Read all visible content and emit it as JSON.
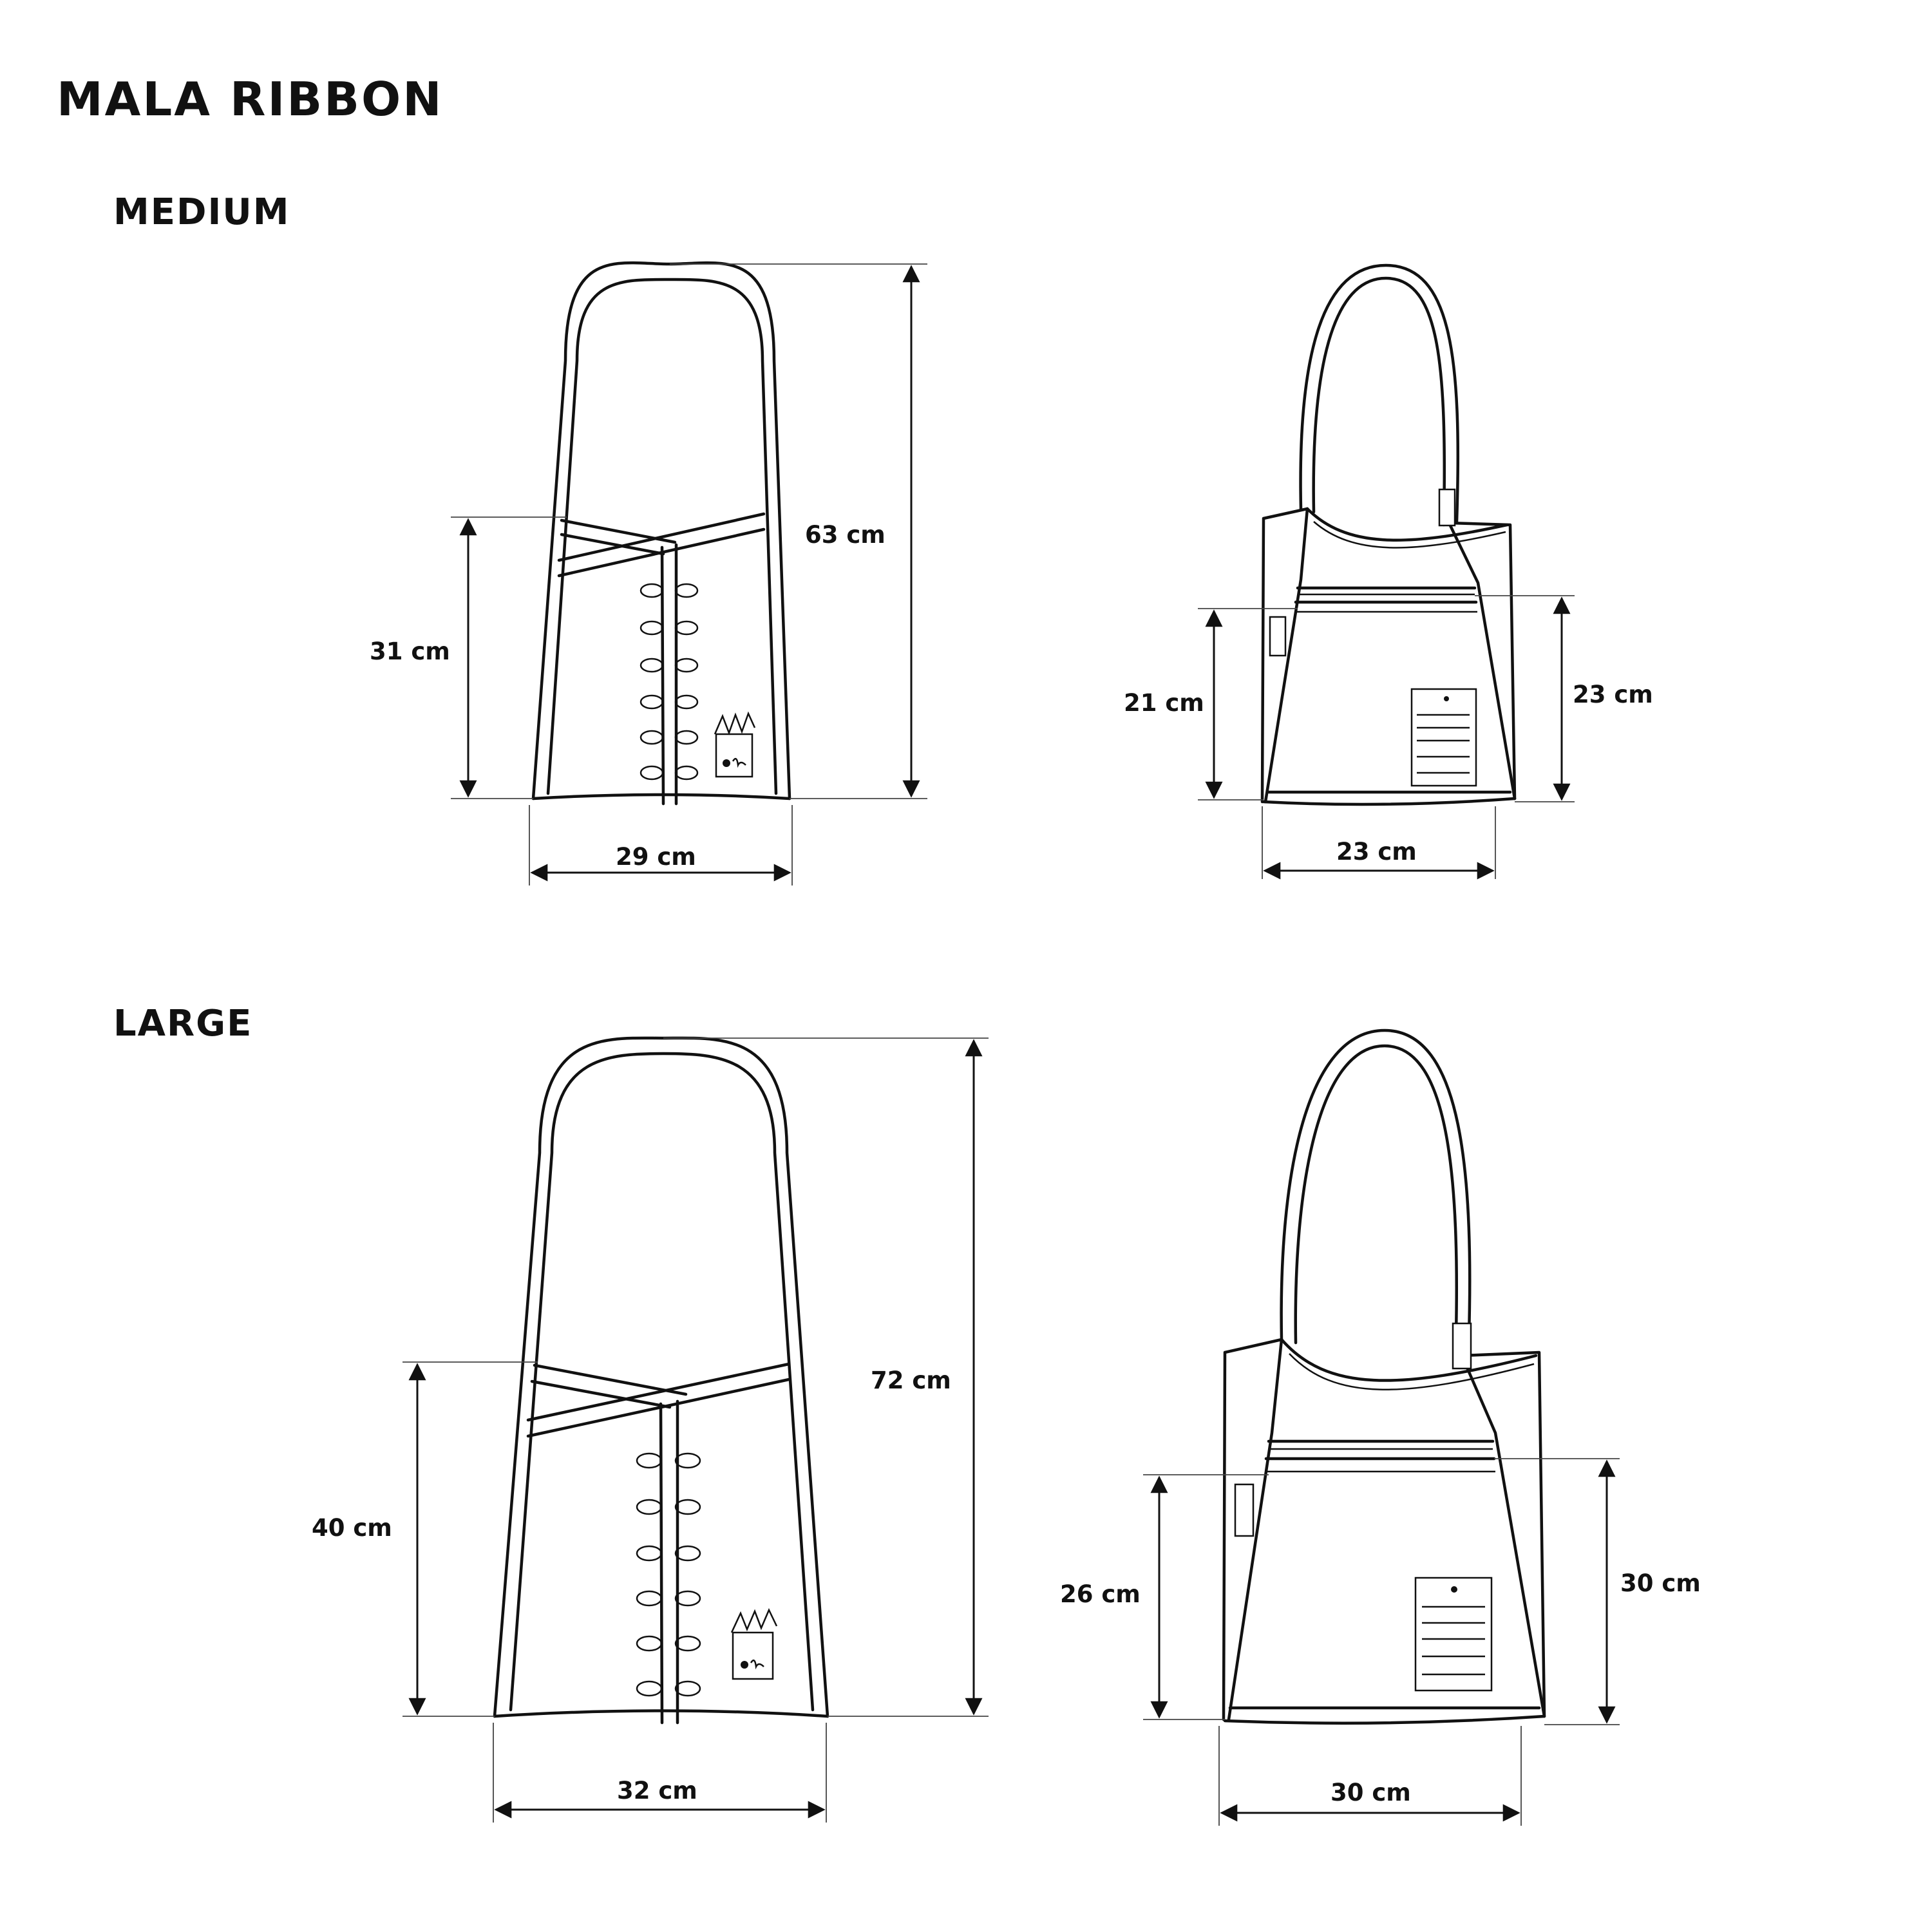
{
  "title": "MALA RIBBON",
  "sections": {
    "medium": {
      "label": "MEDIUM",
      "dimensions": {
        "strap_height": "63 cm",
        "front_body_height": "31 cm",
        "front_width": "29 cm",
        "side_left_height": "21 cm",
        "side_right_height": "23 cm",
        "side_width": "23 cm"
      }
    },
    "large": {
      "label": "LARGE",
      "dimensions": {
        "strap_height": "72 cm",
        "front_body_height": "40 cm",
        "front_width": "32 cm",
        "side_left_height": "26 cm",
        "side_right_height": "30 cm",
        "side_width": "30 cm"
      }
    }
  },
  "colors": {
    "ink": "#111111",
    "background": "#ffffff"
  }
}
